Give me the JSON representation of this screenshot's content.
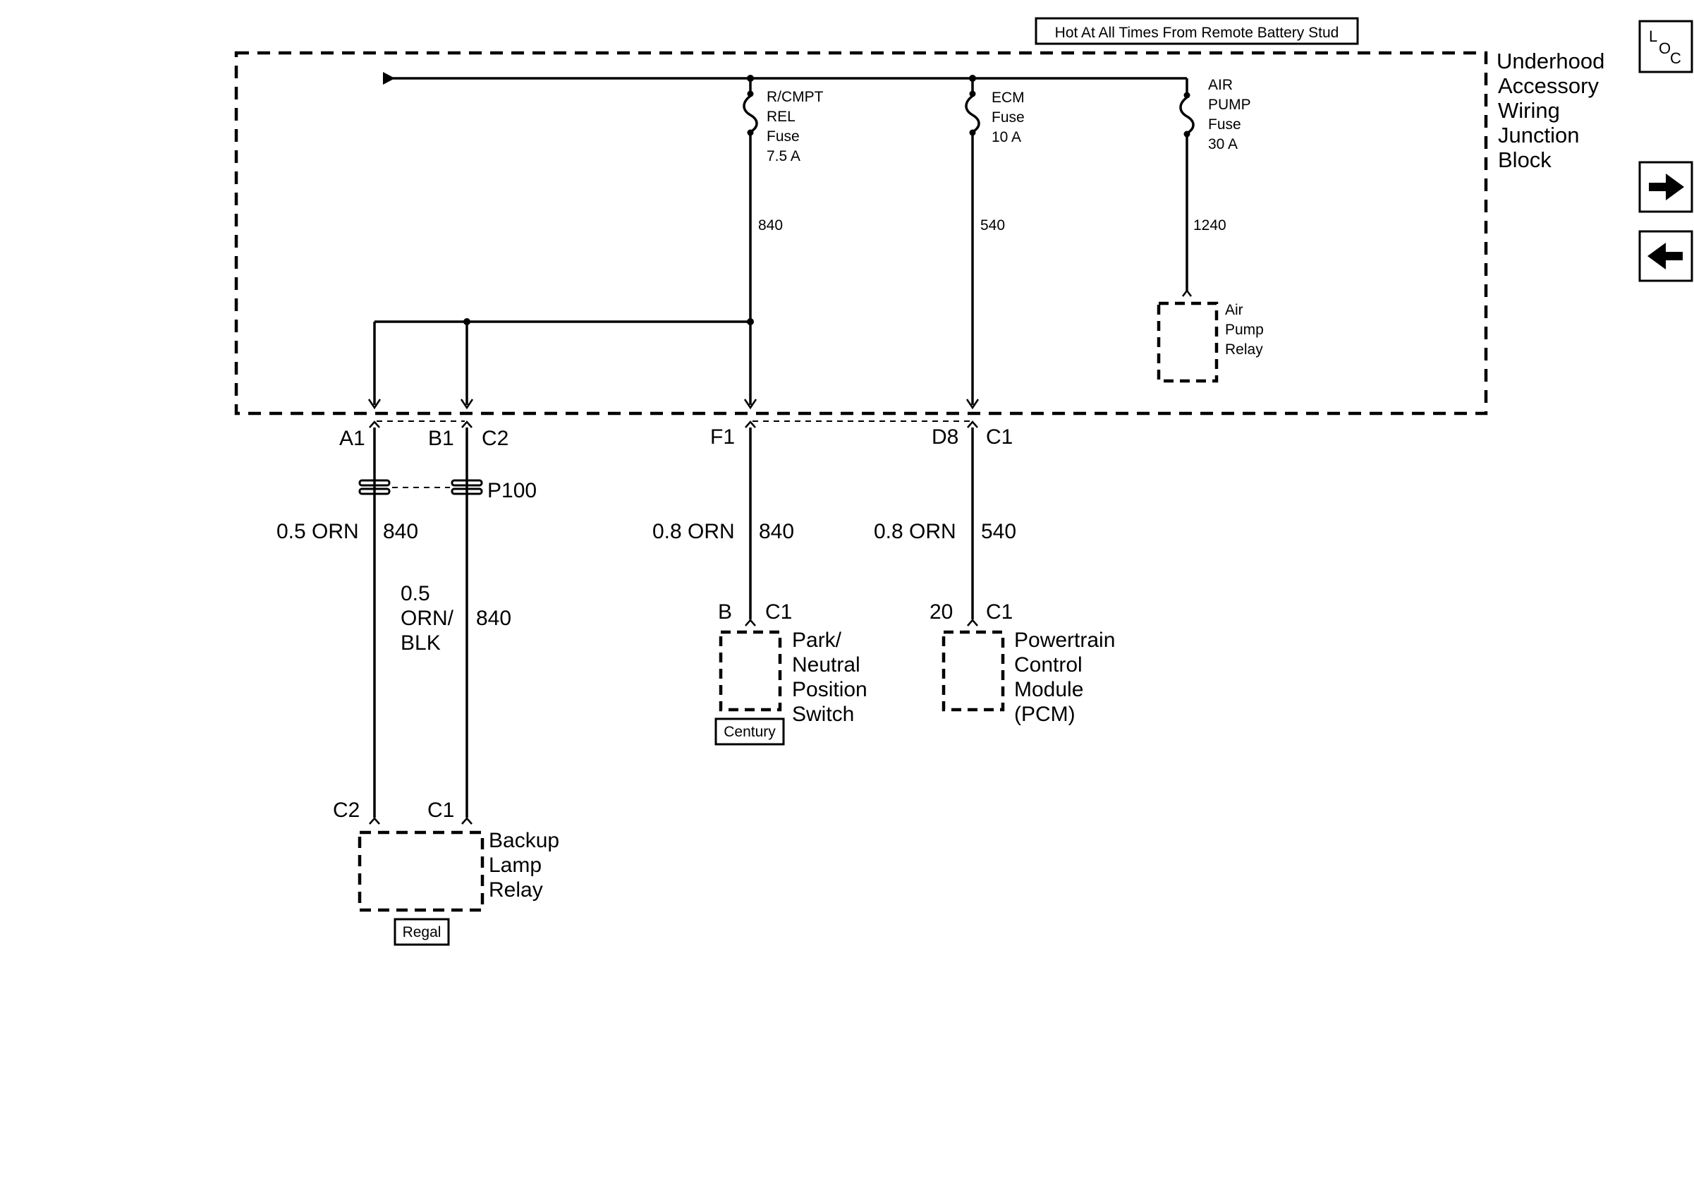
{
  "header": {
    "power_source": "Hot At All Times From Remote Battery Stud"
  },
  "junction_block": {
    "name": [
      "Underhood",
      "Accessory",
      "Wiring",
      "Junction",
      "Block"
    ]
  },
  "fuses": [
    {
      "lines": [
        "R/CMPT",
        "REL",
        "Fuse",
        "7.5 A"
      ],
      "circuit": "840"
    },
    {
      "lines": [
        "ECM",
        "Fuse",
        "10 A"
      ],
      "circuit": "540"
    },
    {
      "lines": [
        "AIR",
        "PUMP",
        "Fuse",
        "30 A"
      ],
      "circuit": "1240"
    }
  ],
  "air_pump_relay": {
    "lines": [
      "Air",
      "Pump",
      "Relay"
    ]
  },
  "connectors": {
    "a1": "A1",
    "b1": "B1",
    "c2": "C2",
    "f1": "F1",
    "d8": "D8",
    "c1": "C1",
    "splice": "P100"
  },
  "wires": {
    "w1_color": "0.5 ORN",
    "w1_circuit": "840",
    "w2_size": "0.5",
    "w2_color1": "ORN/",
    "w2_color2": "BLK",
    "w2_circuit": "840",
    "w3_color": "0.8 ORN",
    "w3_circuit": "840",
    "w4_color": "0.8 ORN",
    "w4_circuit": "540"
  },
  "components": {
    "park_neutral": {
      "pin": "B",
      "connector": "C1",
      "lines": [
        "Park/",
        "Neutral",
        "Position",
        "Switch"
      ],
      "option": "Century"
    },
    "pcm": {
      "pin": "20",
      "connector": "C1",
      "lines": [
        "Powertrain",
        "Control",
        "Module",
        "(PCM)"
      ]
    },
    "backup_relay": {
      "pin_left": "C2",
      "pin_right": "C1",
      "lines": [
        "Backup",
        "Lamp",
        "Relay"
      ],
      "option": "Regal"
    }
  },
  "nav": {
    "loc_l": "L",
    "loc_o": "O",
    "loc_c": "C",
    "next_icon": "arrow-right-icon",
    "prev_icon": "arrow-left-icon"
  }
}
